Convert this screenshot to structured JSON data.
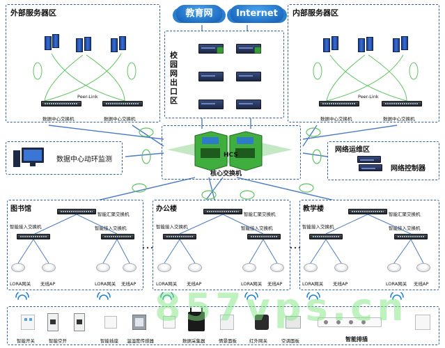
{
  "clouds": {
    "edu": "教育网",
    "internet": "Internet"
  },
  "zones": {
    "external_servers": "外部服务器区",
    "internal_servers": "内部服务器区",
    "campus_exit": "校园网出口区",
    "monitoring": "数据中心动环监测",
    "netops": "网络运维区",
    "library": "图书馆",
    "office": "办公楼",
    "teaching": "教学楼"
  },
  "labels": {
    "peer_link": "Peer-Link",
    "dc_switch": "数据中心交换机",
    "hcs": "HCS",
    "core_switch": "核心交换机",
    "net_controller": "网络控制器",
    "agg_switch": "智能汇聚交换机",
    "access_switch": "智能接入交换机",
    "lora_gw": "LORA网关",
    "wireless_ap": "无线AP"
  },
  "devices": [
    {
      "label": "智能开关",
      "icon": "smart-switch-icon"
    },
    {
      "label": "智能空开",
      "icon": "smart-breaker-icon"
    },
    {
      "label": "",
      "icon": "smart-breaker-icon"
    },
    {
      "label": "智能插座",
      "icon": "smart-socket-icon"
    },
    {
      "label": "温湿度传感器",
      "icon": "humidity-sensor-icon"
    },
    {
      "label": "",
      "icon": "wall-outlet-icon"
    },
    {
      "label": "数据采集器",
      "icon": "data-collector-icon"
    },
    {
      "label": "情景面板",
      "icon": "scene-panel-icon"
    },
    {
      "label": "红外网关",
      "icon": "infrared-gateway-icon"
    },
    {
      "label": "空调面板",
      "icon": "ac-panel-icon"
    },
    {
      "label": "智能排插",
      "icon": "power-strip-icon"
    },
    {
      "label": "",
      "icon": "wall-switch-icon"
    }
  ],
  "watermark": "857vps.cn",
  "colors": {
    "zone_border": "#2f5f9e",
    "link": "#4a7cc4",
    "green_device": "#3fae3f",
    "cloud": "#1f6fc3"
  }
}
